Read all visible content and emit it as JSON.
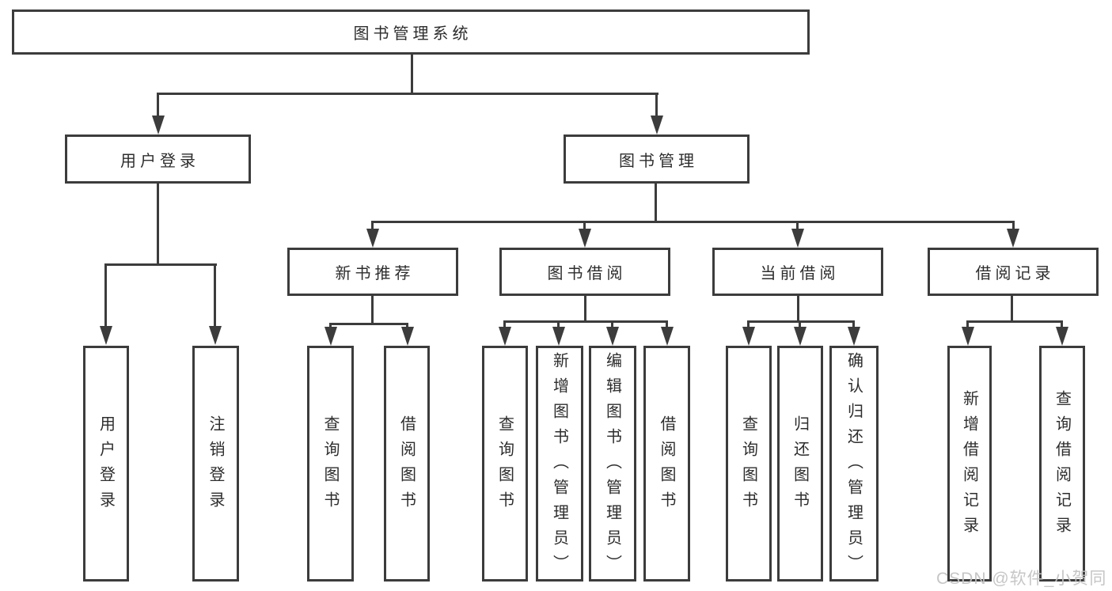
{
  "diagram_title": "图书管理系统",
  "nodes": {
    "root": "图书管理系统",
    "login": "用户登录",
    "mgmt": "图书管理",
    "rec": "新书推荐",
    "borrow": "图书借阅",
    "current": "当前借阅",
    "record": "借阅记录",
    "login_user": "用户登录",
    "login_logout": "注销登录",
    "rec_query": "查询图书",
    "rec_borrow": "借阅图书",
    "borrow_query": "查询图书",
    "borrow_add": "新增图书（管理员）",
    "borrow_edit": "编辑图书（管理员）",
    "borrow_borrow": "借阅图书",
    "current_query": "查询图书",
    "current_return": "归还图书",
    "current_confirm": "确认归还（管理员）",
    "record_add": "新增借阅记录",
    "record_query": "查询借阅记录"
  },
  "watermark": "CSDN @软件_小贺同学",
  "colors": {
    "line": "#3c3c3c",
    "text": "#2d2d2d",
    "watermark": "#c3c3c3",
    "background": "#ffffff"
  }
}
